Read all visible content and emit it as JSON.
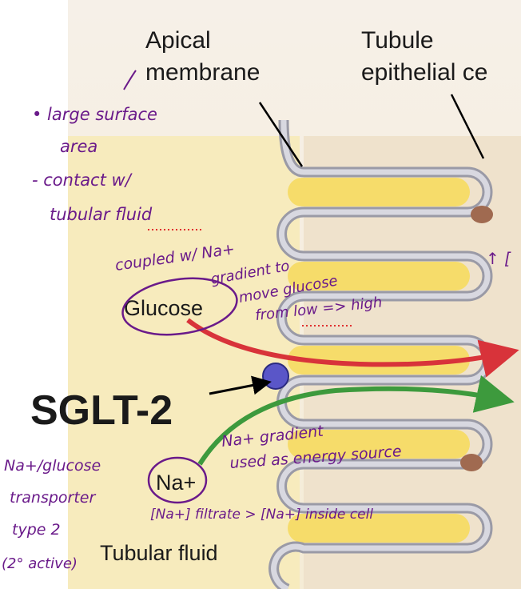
{
  "labels": {
    "apical_line1": "Apical",
    "apical_line2": "membrane",
    "tubule_line1": "Tubule",
    "tubule_line2": "epithelial ce",
    "glucose": "Glucose",
    "sglt2": "SGLT-2",
    "sodium": "Na+",
    "tubular_fluid": "Tubular fluid"
  },
  "notes": {
    "surface1": "• large surface",
    "surface2": "area",
    "contact1": "- contact w/",
    "contact2": "tubular fluid",
    "coupled1": "coupled w/ Na+",
    "coupled2": "gradient to",
    "coupled3": "move glucose",
    "coupled4": "from low => high",
    "increase": "↑ [",
    "gradient1": "Na+ gradient",
    "gradient2": "used as energy source",
    "conc": "[Na+] filtrate > [Na+] inside cell",
    "sglt_def1": "Na+/glucose",
    "sglt_def2": "transporter",
    "sglt_def3": "type 2",
    "sglt_def4": "(2° active)"
  },
  "colors": {
    "ink": "#6a1a8a",
    "glucose_arrow": "#d8333a",
    "sodium_arrow": "#3d9a3d",
    "transporter": "#5a56c8"
  }
}
